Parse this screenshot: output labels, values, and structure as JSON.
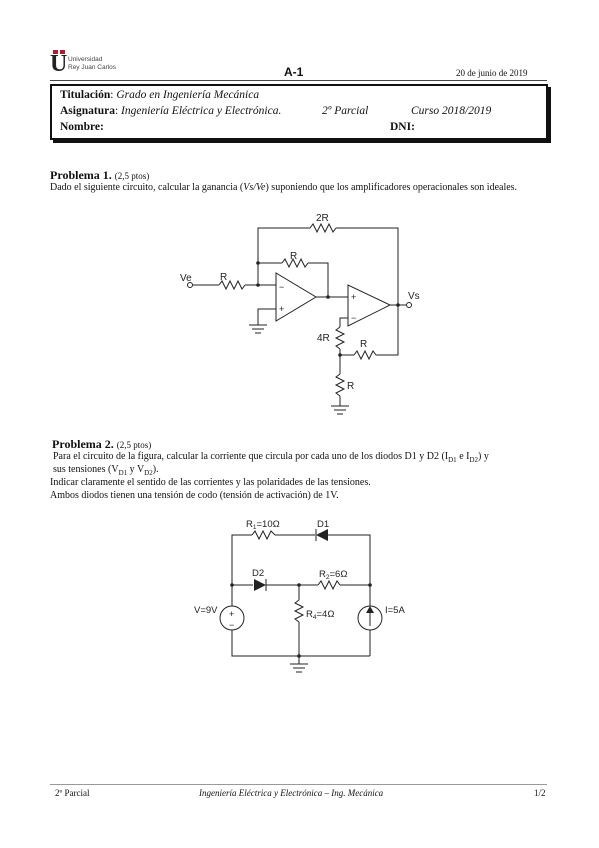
{
  "header": {
    "logo_line1": "Universidad",
    "logo_line2": "Rey Juan Carlos",
    "exam_code": "A-1",
    "date": "20 de junio de 2019"
  },
  "info_box": {
    "titulacion_label": "Titulación",
    "titulacion_value": "Grado en Ingeniería Mecánica",
    "asignatura_label": "Asignatura",
    "asignatura_value": "Ingeniería Eléctrica y Electrónica.",
    "parcial": "2º Parcial",
    "curso": "Curso 2018/2019",
    "nombre_label": "Nombre:",
    "dni_label": "DNI:"
  },
  "problem1": {
    "title": "Problema 1.",
    "points": "(2,5 ptos)",
    "text_before": "Dado el siguiente circuito, calcular la ganancia (",
    "text_italic": "Vs/Ve",
    "text_after": ") suponiendo que los amplificadores operacionales son ideales.",
    "circuit": {
      "label_2R": "2R",
      "label_R_feedback": "R",
      "label_Ve": "Ve",
      "label_R_in": "R",
      "label_Vs": "Vs",
      "label_4R": "4R",
      "label_R_mid": "R",
      "label_R_bottom": "R",
      "minus": "−",
      "plus": "+"
    }
  },
  "problem2": {
    "title": "Problema 2.",
    "points": "(2,5 ptos)",
    "line1": "Para el circuito de la figura, calcular la corriente que circula por cada uno de los diodos D1 y D2 (I",
    "sub_d1": "D1",
    "line1_mid": " e I",
    "sub_d2": "D2",
    "line1_end": ") y",
    "line2_start": "sus tensiones (V",
    "line2_mid": " y V",
    "line2_end": ").",
    "line3": "Indicar claramente el sentido de las corrientes y las polaridades de las tensiones.",
    "line4": "Ambos diodos tienen una tensión de codo (tensión de activación) de 1V.",
    "circuit": {
      "label_R1": "R",
      "sub_1": "1",
      "val_R1": "=10Ω",
      "label_D1": "D1",
      "label_D2": "D2",
      "label_R2": "R",
      "sub_2": "2",
      "val_R2": "=6Ω",
      "label_V": "V=9V",
      "label_R4": "R",
      "sub_4": "4",
      "val_R4": "=4Ω",
      "label_I": "I=5A",
      "plus": "+",
      "minus": "−"
    }
  },
  "footer": {
    "left": "2º Parcial",
    "center": "Ingeniería Eléctrica y Electrónica – Ing. Mecánica",
    "right": "1/2"
  }
}
